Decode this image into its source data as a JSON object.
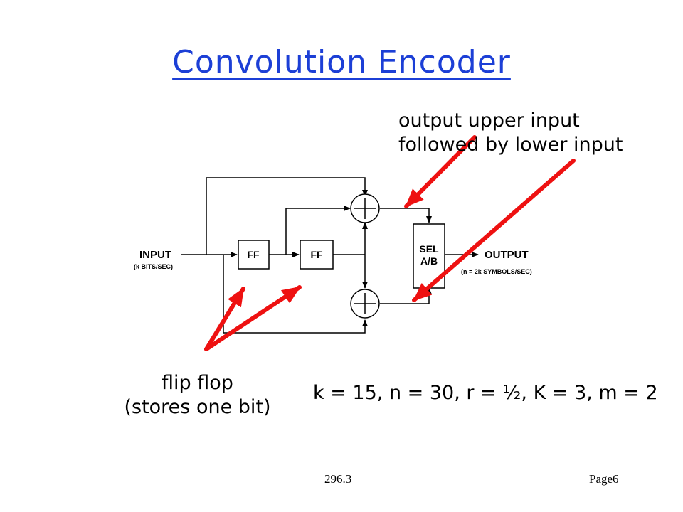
{
  "title": "Convolution Encoder",
  "annotations": {
    "output_line1": "output upper input",
    "output_line2": "followed by lower input",
    "ff_line1": "flip flop",
    "ff_line2": "(stores one bit)",
    "params": "k = 15, n = 30, r = ½, K = 3, m = 2"
  },
  "diagram": {
    "input_label": "INPUT",
    "input_rate": "(k BITS/SEC)",
    "ff1_label": "FF",
    "ff2_label": "FF",
    "sel_line1": "SEL",
    "sel_line2": "A/B",
    "output_label": "OUTPUT",
    "output_rate": "(n = 2k SYMBOLS/SEC)"
  },
  "footer": {
    "left": "296.3",
    "right": "Page6"
  },
  "colors": {
    "title": "#1c3fd6",
    "arrow": "#ee1111",
    "line": "#000000"
  }
}
